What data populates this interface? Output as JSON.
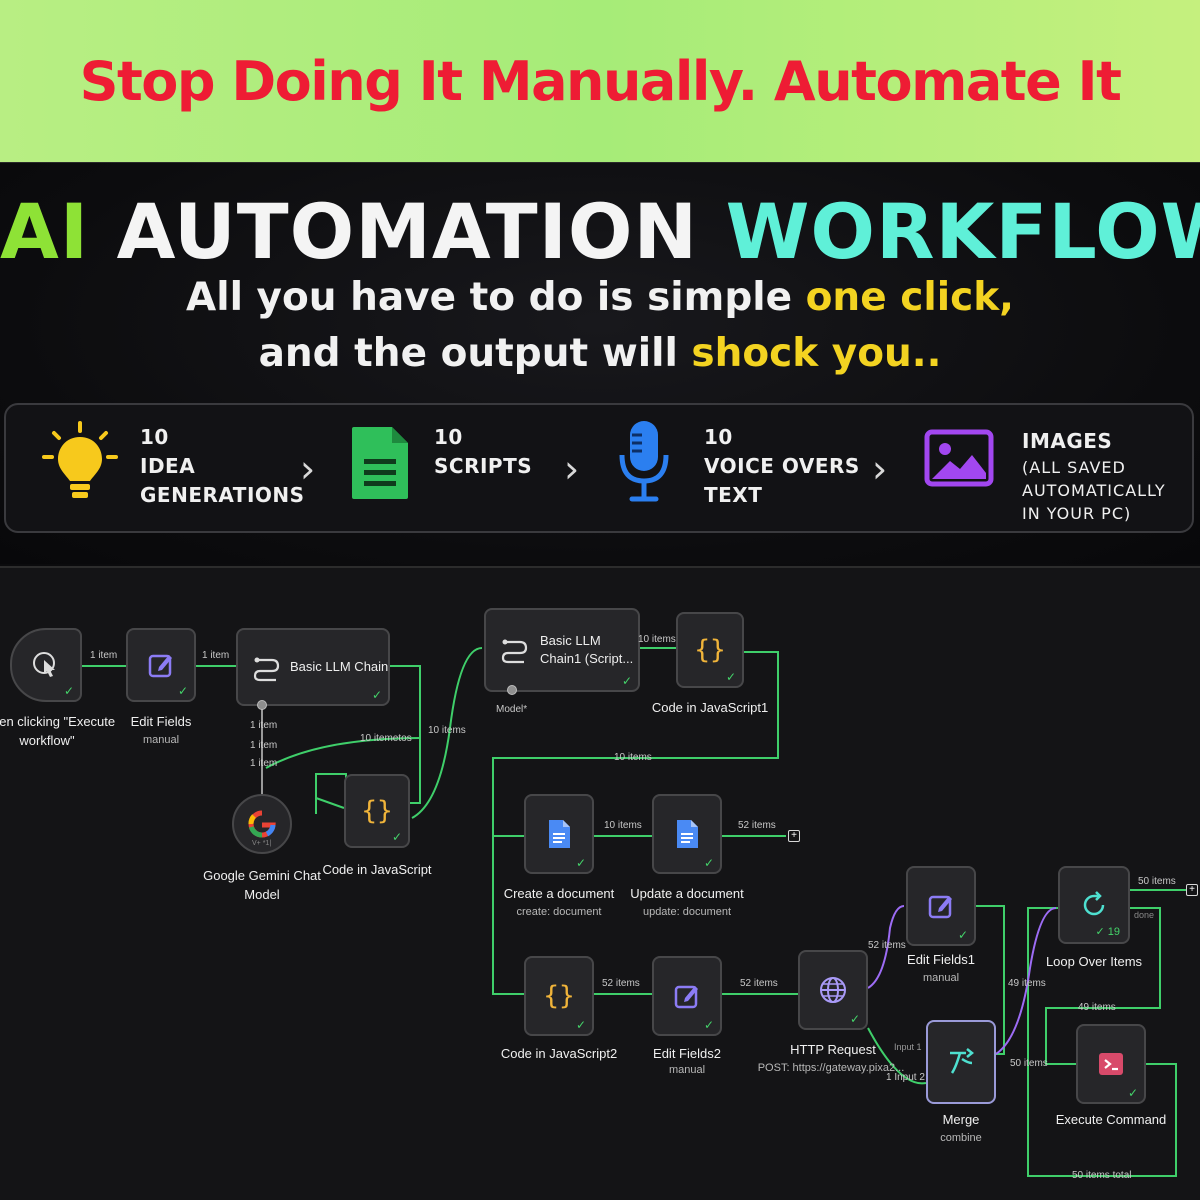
{
  "banner": {
    "text": "Stop Doing It Manually. Automate It"
  },
  "hero": {
    "title_part1": "AI",
    "title_part2": "AUTOMATION",
    "title_part3": "WORKFLOW",
    "sub_line1_a": "All you have to do is simple ",
    "sub_line1_b": "one click,",
    "sub_line2_a": "and the output will ",
    "sub_line2_b": "shock you.."
  },
  "features": [
    {
      "count": "10",
      "line1": "IDEA",
      "line2": "GENERATIONS",
      "icon": "lightbulb-icon"
    },
    {
      "count": "10",
      "line1": "SCRIPTS",
      "icon": "document-icon"
    },
    {
      "count": "10",
      "line1": "VOICE OVERS",
      "line2": "TEXT",
      "icon": "microphone-icon"
    },
    {
      "title": "IMAGES",
      "note1": "(ALL SAVED",
      "note2": "AUTOMATICALLY",
      "note3": "IN YOUR PC)",
      "icon": "image-icon"
    }
  ],
  "workflow": {
    "nodes": {
      "trigger": {
        "label1": "hen clicking \"Execute",
        "label2": "workflow\""
      },
      "edit_fields": {
        "label": "Edit Fields",
        "sub": "manual"
      },
      "llm_chain": {
        "title": "Basic LLM Chain"
      },
      "llm_chain1": {
        "title1": "Basic LLM",
        "title2": "Chain1 (Script..."
      },
      "code_js1": {
        "label": "Code in JavaScript1"
      },
      "gemini": {
        "label1": "Google Gemini Chat",
        "label2": "Model",
        "badge": "V+ *1|"
      },
      "code_js": {
        "label": "Code in JavaScript"
      },
      "create_doc": {
        "label": "Create a document",
        "sub": "create: document"
      },
      "update_doc": {
        "label": "Update a document",
        "sub": "update: document"
      },
      "code_js2": {
        "label": "Code in JavaScript2"
      },
      "edit_fields2": {
        "label": "Edit Fields2",
        "sub": "manual"
      },
      "http_request": {
        "label": "HTTP Request",
        "sub": "POST: https://gateway.pixa2..."
      },
      "edit_fields1": {
        "label": "Edit Fields1",
        "sub": "manual"
      },
      "merge": {
        "label": "Merge",
        "sub": "combine",
        "in1": "Input 1",
        "in2": "1 Input 2"
      },
      "loop": {
        "label": "Loop Over Items",
        "count": "19",
        "done": "done"
      },
      "exec_cmd": {
        "label": "Execute Command"
      }
    },
    "edges": {
      "e1": "1 item",
      "e2": "1 item",
      "e3": "1 item",
      "e4": "1 item",
      "e5": "1 item",
      "e6": "10 itemetos",
      "e7": "10 items",
      "model": "Model*",
      "e8": "10 items",
      "e9": "10 items",
      "e10": "10 items",
      "e11": "52 items",
      "e12": "52 items",
      "e13": "52 items",
      "e14": "52 items",
      "e15": "49 items",
      "e16": "50 items",
      "e17": "49 items",
      "e18": "50 items",
      "e19": "50 items total"
    }
  },
  "colors": {
    "banner_text": "#ee1c34",
    "highlight": "#f3d321",
    "wire": "#3fcf6a",
    "wire_purple": "#9d6cf5"
  }
}
